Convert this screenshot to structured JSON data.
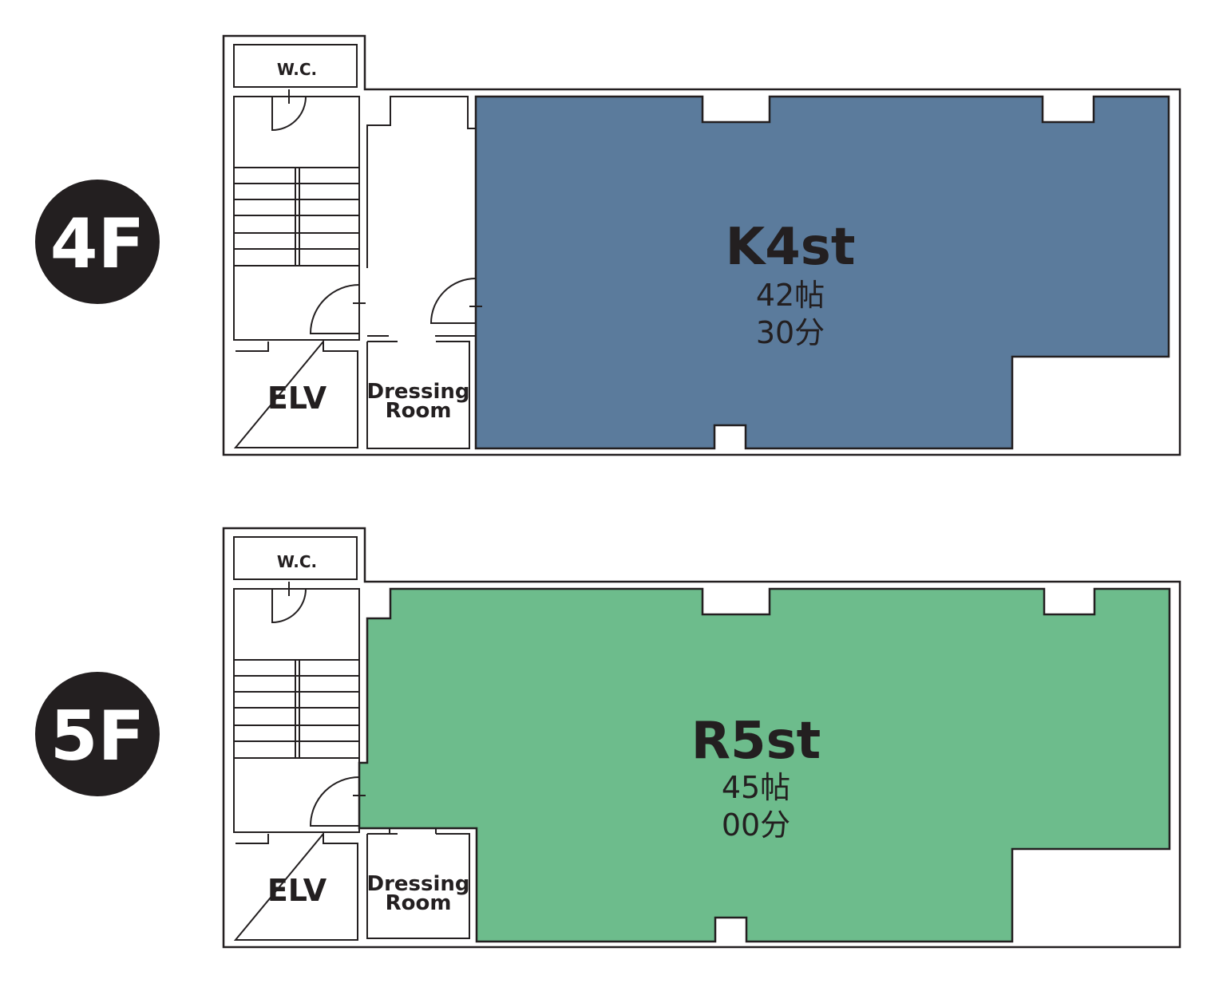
{
  "floors": [
    {
      "badge": "4F",
      "studio": {
        "name": "K4st",
        "size": "42帖",
        "extra": "30分",
        "color": "#5b7b9c"
      },
      "wc_label": "W.C.",
      "elv_label": "ELV",
      "dressing_line1": "Dressing",
      "dressing_line2": "Room"
    },
    {
      "badge": "5F",
      "studio": {
        "name": "R5st",
        "size": "45帖",
        "extra": "00分",
        "color": "#6dbc8c"
      },
      "wc_label": "W.C.",
      "elv_label": "ELV",
      "dressing_line1": "Dressing",
      "dressing_line2": "Room"
    }
  ],
  "colors": {
    "badge_fill": "#231f20",
    "wall": "#231f20"
  }
}
